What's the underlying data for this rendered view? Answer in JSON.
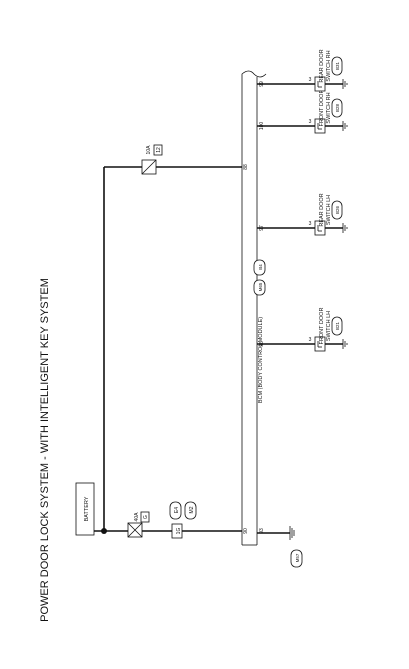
{
  "title": "POWER DOOR LOCK SYSTEM - WITH INTELLIGENT KEY SYSTEM",
  "battery_label": "BATTERY",
  "fuse_40a": {
    "rating": "40A",
    "id": "G"
  },
  "fuse_10a": {
    "rating": "10A",
    "id": "12"
  },
  "connector_main": {
    "pin": "1G",
    "codes": [
      "E4",
      "M2"
    ]
  },
  "bcm": {
    "label": "BCM (BODY CONTROL MODULE)",
    "codes": [
      "M65",
      "B4"
    ]
  },
  "terminals": {
    "t90": "90",
    "t93": "93",
    "t96": "96",
    "t97": "97",
    "t88": "88",
    "t100": "100",
    "t99": "99"
  },
  "ground_code": "M57",
  "switches": [
    {
      "line1": "FRONT DOOR",
      "line2": "SWITCH LH",
      "code": "B21",
      "pin": "3"
    },
    {
      "line1": "REAR DOOR",
      "line2": "SWITCH LH",
      "code": "B26",
      "pin": "3"
    },
    {
      "line1": "FRONT DOOR",
      "line2": "SWITCH RH",
      "code": "B28",
      "pin": "3"
    },
    {
      "line1": "REAR DOOR",
      "line2": "SWITCH RH",
      "code": "B31",
      "pin": "3"
    }
  ]
}
